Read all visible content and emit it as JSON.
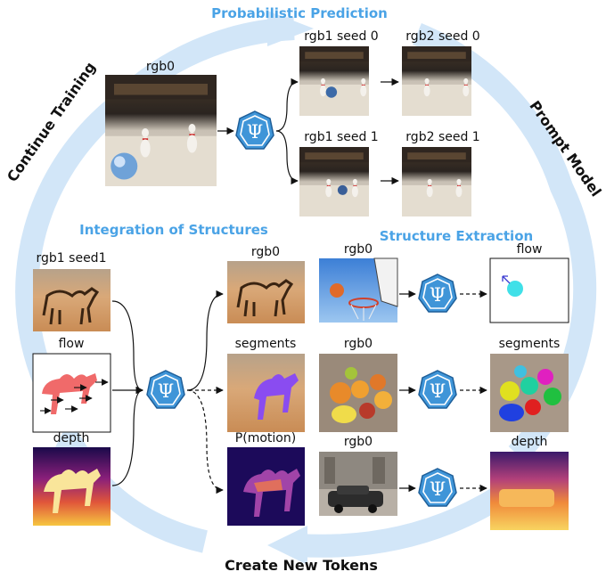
{
  "titles": {
    "top": "Probabilistic Prediction",
    "left": "Continue Training",
    "right": "Prompt Model",
    "bottom": "Create New Tokens",
    "integration": "Integration of Structures",
    "extraction": "Structure Extraction"
  },
  "prediction": {
    "input_label": "rgb0",
    "outputs": [
      "rgb1 seed 0",
      "rgb2 seed 0",
      "rgb1 seed 1",
      "rgb2 seed 1"
    ]
  },
  "integration": {
    "inputs": [
      "rgb1 seed1",
      "flow",
      "depth"
    ],
    "outputs": [
      "rgb0",
      "segments",
      "P(motion)"
    ]
  },
  "extraction": {
    "inputs": [
      "rgb0",
      "rgb0",
      "rgb0"
    ],
    "outputs": [
      "flow",
      "segments",
      "depth"
    ]
  },
  "icon": {
    "name": "psi-heptagon-icon",
    "symbol": "Ψ"
  },
  "colors": {
    "cycle_arrow": "#d2e6f8",
    "title_blue": "#4aa3e6",
    "psi_fill": "#3f95d8"
  }
}
